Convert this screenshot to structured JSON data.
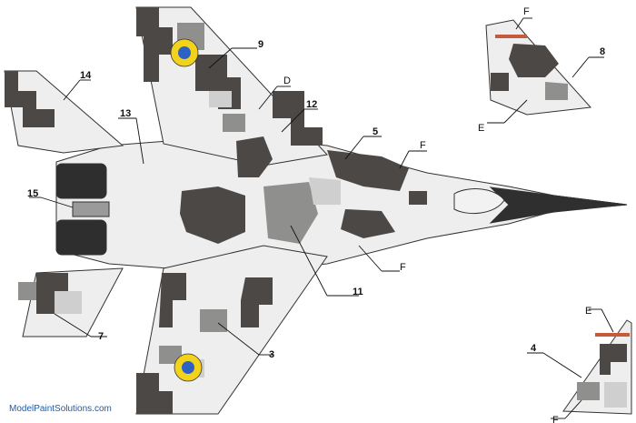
{
  "watermark": "ModelPaintSolutions.com",
  "callouts": {
    "c1": "9",
    "c2": "D",
    "c3": "12",
    "c4": "13",
    "c5": "14",
    "c6": "5",
    "c7": "F",
    "c8": "15",
    "c9": "11",
    "c10": "F",
    "c11": "7",
    "c12": "3",
    "c13": "F",
    "c14": "8",
    "c15": "E",
    "c16": "E",
    "c17": "4",
    "c18": "F"
  },
  "colors": {
    "camo_dark": "#4b4846",
    "camo_mid": "#8f8f8d",
    "camo_light": "#cfcfcf",
    "base": "#eeeeee",
    "roundel_blue": "#2c62c4",
    "roundel_yellow": "#f2d21a",
    "outline": "#333333",
    "exhaust": "#2e2e2e",
    "stripe_red": "#c55a3c"
  },
  "icons": [
    "roundel-icon"
  ]
}
